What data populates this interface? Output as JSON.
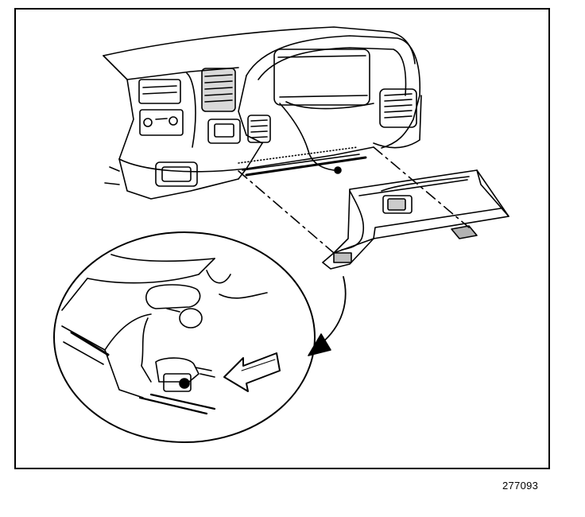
{
  "figure": {
    "number": "277093",
    "line_color": "#000000",
    "background_color": "#ffffff"
  },
  "illustration": {
    "main_view": "instrument-panel-with-glove-box-removed",
    "detail_view": "glove-box-hinge-pin-detail",
    "icons": [
      "dashboard",
      "glove-box",
      "retaining-cable",
      "hinge-pin",
      "removal-arrow",
      "detail-circle"
    ]
  }
}
